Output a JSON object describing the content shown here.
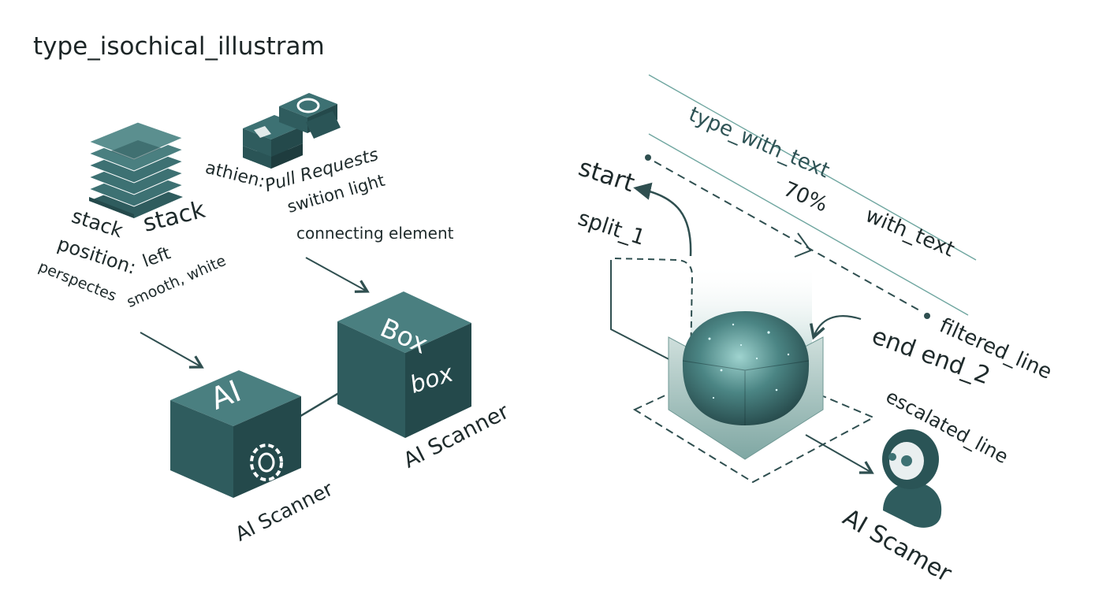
{
  "title": "type_isochical_illustram",
  "left_panel": {
    "stack_labels": {
      "stack_1": "stack",
      "stack_2": "stack",
      "position": "position:",
      "left": "left",
      "perspective": "perspectes",
      "style": "smooth, white"
    },
    "pr_labels": {
      "prefix": "athien:",
      "pull_requests": "Pull Requests",
      "switch_light": "swition light",
      "connecting": "connecting element"
    },
    "ai_cube": {
      "face_label": "AI",
      "caption": "AI Scanner"
    },
    "box_cube": {
      "top_label": "Box",
      "side_label": "box",
      "caption": "AI Scanner"
    }
  },
  "right_panel": {
    "type_with_text": "type_with_text",
    "percent": "70%",
    "with_text": "with_text",
    "start": "start",
    "split": "split_1",
    "filtered": "filtered_line",
    "end": "end end_2",
    "escalated": "escalated_line",
    "user_caption": "AI Scamer"
  },
  "colors": {
    "teal_dark": "#2f5c5e",
    "teal_mid": "#3d7173",
    "teal_light": "#5b8f8f",
    "line": "#2f4f50",
    "thin_line": "#6fa6a0"
  }
}
